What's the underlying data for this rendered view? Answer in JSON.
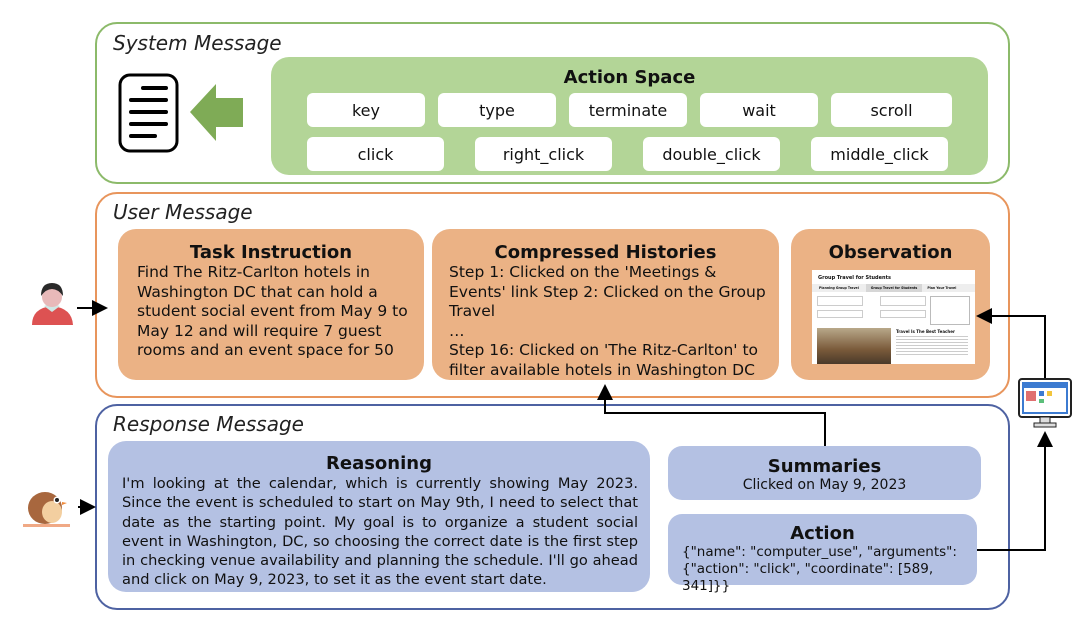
{
  "system": {
    "title": "System Message",
    "action_space": {
      "title": "Action Space",
      "actions_row1": [
        "key",
        "type",
        "terminate",
        "wait",
        "scroll"
      ],
      "actions_row2": [
        "click",
        "right_click",
        "double_click",
        "middle_click"
      ]
    }
  },
  "user": {
    "title": "User Message",
    "task": {
      "heading": "Task Instruction",
      "text": "Find The Ritz-Carlton hotels in Washington DC that can hold a student social event from May 9 to May 12 and will require 7 guest rooms and an event space for 50"
    },
    "histories": {
      "heading": "Compressed Histories",
      "step_first": "Step 1: Clicked on the 'Meetings & Events' link Step 2: Clicked on the Group Travel",
      "ellipsis": "…",
      "step_last": "Step 16: Clicked on 'The Ritz-Carlton' to filter available hotels in Washington DC"
    },
    "observation": {
      "heading": "Observation",
      "screenshot": {
        "title": "Group Travel for Students",
        "tabs": [
          "Planning Group Travel",
          "Group Travel for Students",
          "Plan Your Travel"
        ],
        "article_title": "Travel Is The Best Teacher"
      }
    }
  },
  "response": {
    "title": "Response Message",
    "reasoning": {
      "heading": "Reasoning",
      "text": "I'm looking at the calendar, which is currently showing May 2023. Since the event is scheduled to start on May 9th, I need to select that date as the starting point. My goal is to organize a student social event in Washington, DC, so choosing the correct date is the first step in checking venue availability and planning the schedule. I'll go ahead and click on May 9, 2023, to set it as the event start date."
    },
    "summaries": {
      "heading": "Summaries",
      "text": "Clicked on May 9, 2023"
    },
    "action": {
      "heading": "Action",
      "line1": "{\"name\": \"computer_use\", \"arguments\":",
      "line2": "{\"action\": \"click\", \"coordinate\": [589, 341]}}"
    }
  },
  "colors": {
    "system": "#8cba6a",
    "action_space": "#b3d597",
    "user": "#e8955c",
    "user_box": "#ebb285",
    "response": "#4e62a2",
    "response_box": "#b4c1e3"
  },
  "icons": [
    "document-icon",
    "left-arrow-icon",
    "user-avatar-icon",
    "bird-agent-icon",
    "monitor-icon"
  ]
}
